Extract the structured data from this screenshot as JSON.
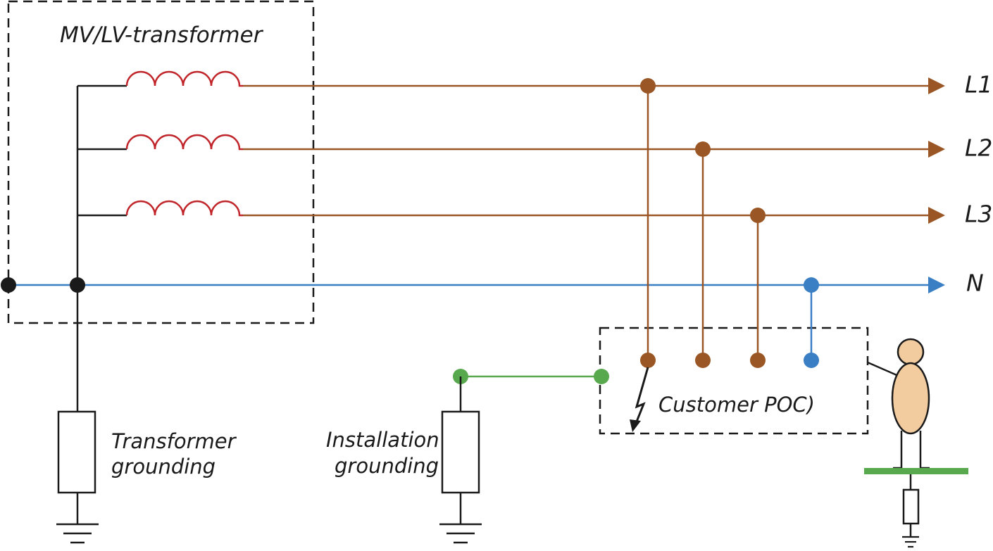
{
  "labels": {
    "transformer_box": "MV/LV-transformer",
    "phase_l1": "L1",
    "phase_l2": "L2",
    "phase_l3": "L3",
    "neutral": "N",
    "customer_poc": "Customer POC)",
    "transformer_grounding_line1": "Transformer",
    "transformer_grounding_line2": "grounding",
    "installation_grounding_line1": "Installation",
    "installation_grounding_line2": "grounding"
  },
  "colors": {
    "phase": "#9a5624",
    "neutral": "#3a7fc4",
    "protective_earth": "#58a84d",
    "coil": "#c0262b",
    "wire_black": "#1a1a1a",
    "person_skin": "#f2cc9e",
    "ground_plate": "#58a84d"
  },
  "icons": [
    "ground-symbol-icon",
    "fault-lightning-icon",
    "arrow-right-icon",
    "person-icon"
  ]
}
